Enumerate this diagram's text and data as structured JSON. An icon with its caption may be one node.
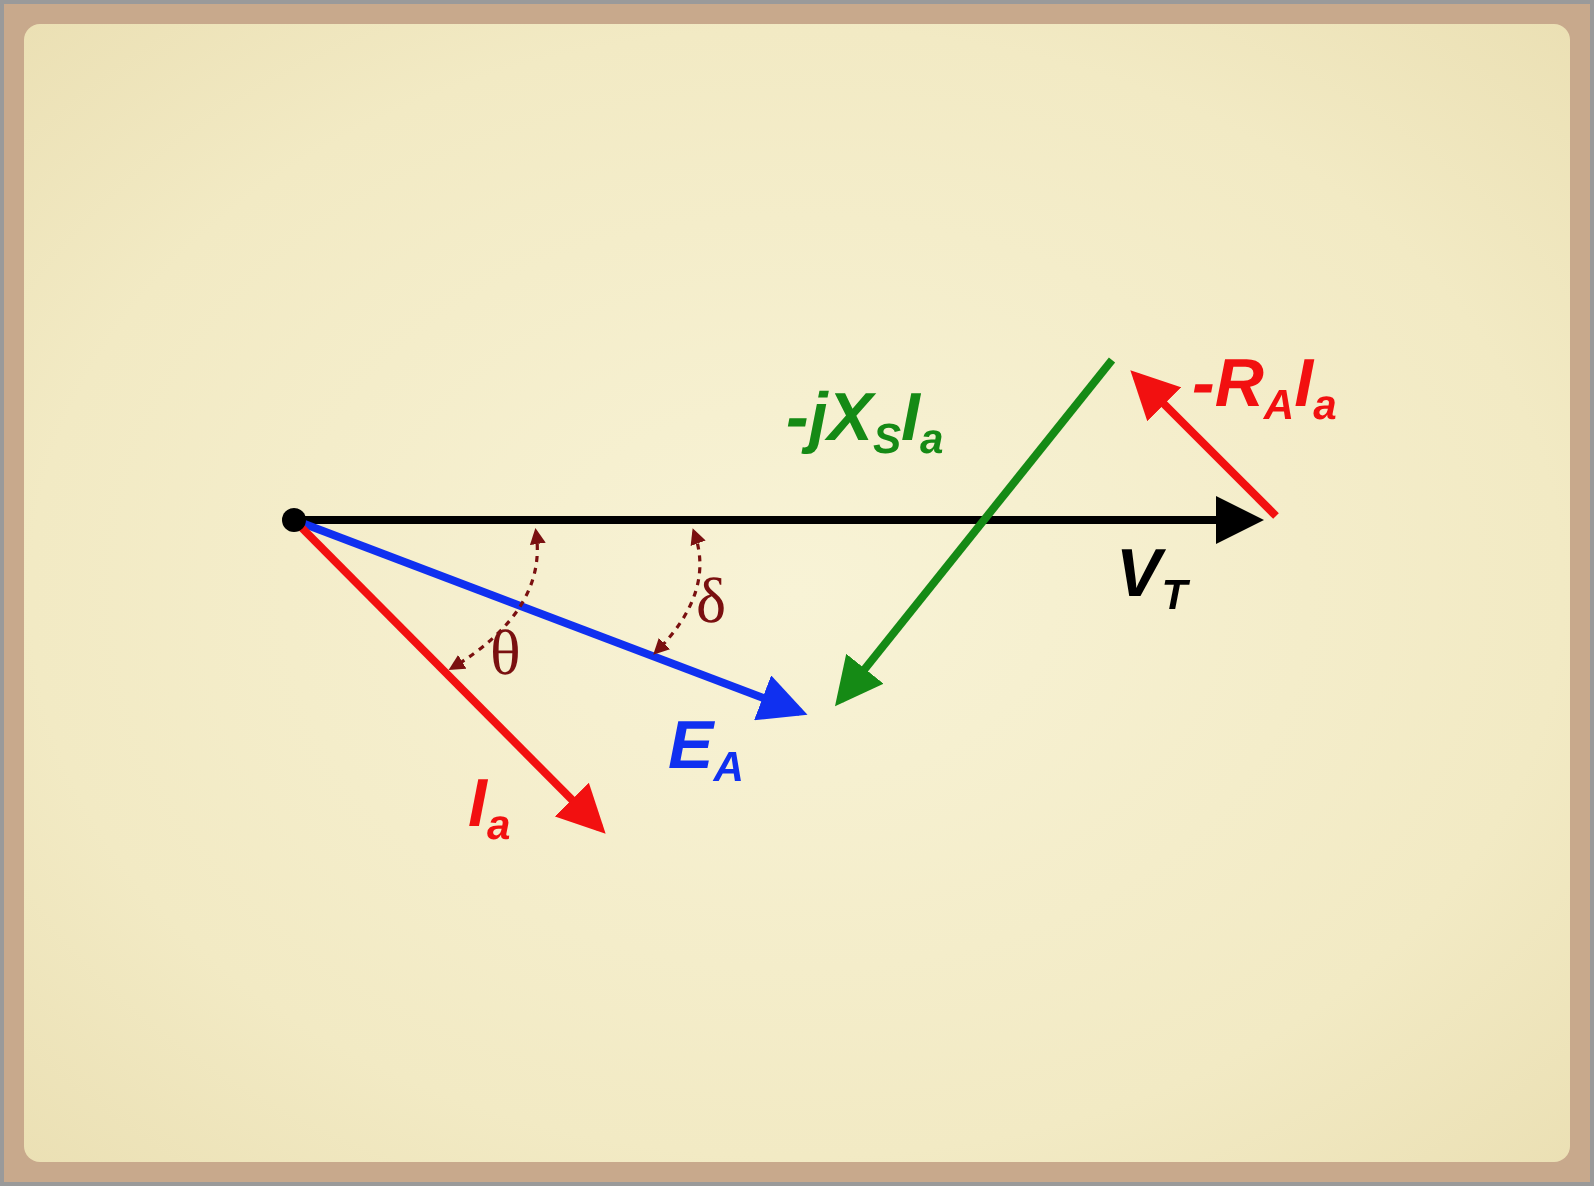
{
  "diagram": {
    "labels": [
      "-jX$_{S}$I$_{a}$",
      "-R$_{A}$I$_{a}$",
      "V$_{T}$",
      "δ",
      "θ",
      "E$_{A}$",
      "I$_{a}$"
    ]
  }
}
